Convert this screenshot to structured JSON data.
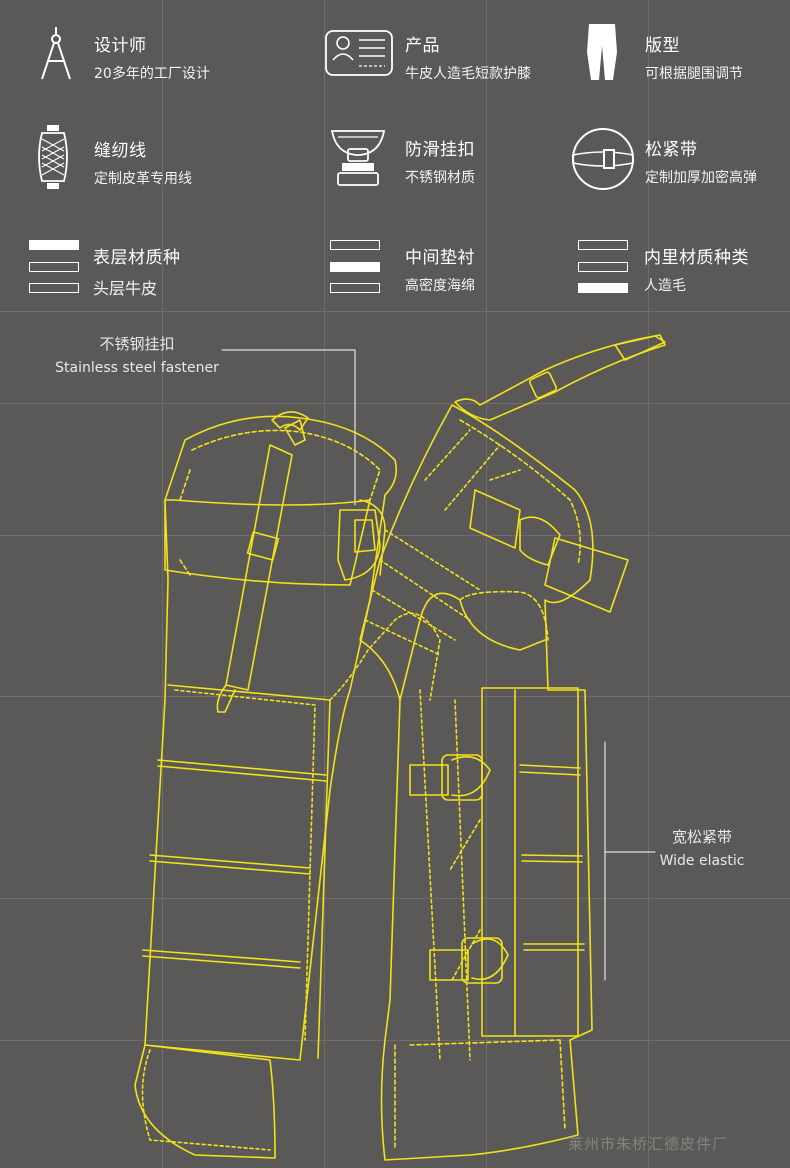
{
  "specs": [
    {
      "icon": "compass-icon",
      "title": "设计师",
      "desc": "20多年的工厂设计"
    },
    {
      "icon": "product-card-icon",
      "title": "产品",
      "desc": "牛皮人造毛短款护膝"
    },
    {
      "icon": "trousers-icon",
      "title": "版型",
      "desc": "可根据腿围调节"
    },
    {
      "icon": "thread-spool-icon",
      "title": "缝纫线",
      "desc": "定制皮革专用线"
    },
    {
      "icon": "buckle-icon",
      "title": "防滑挂扣",
      "desc": "不锈钢材质"
    },
    {
      "icon": "strap-icon",
      "title": "松紧带",
      "desc": "定制加厚加密高弹"
    },
    {
      "icon": "layer-top-icon",
      "title": "表层材质种",
      "desc": "头层牛皮"
    },
    {
      "icon": "layer-middle-icon",
      "title": "中间垫衬",
      "desc": "高密度海绵"
    },
    {
      "icon": "layer-inner-icon",
      "title": "内里材质种类",
      "desc": "人造毛"
    }
  ],
  "callouts": {
    "fastener": {
      "cn": "不锈钢挂扣",
      "en": "Stainless steel fastener"
    },
    "elastic": {
      "cn": "宽松紧带",
      "en": "Wide elastic"
    }
  },
  "watermark": "莱州市朱桥汇德皮件厂",
  "colors": {
    "background": "#5a5958",
    "grid": "#6e6d6b",
    "outline": "#f2e21a",
    "white": "#ffffff"
  }
}
